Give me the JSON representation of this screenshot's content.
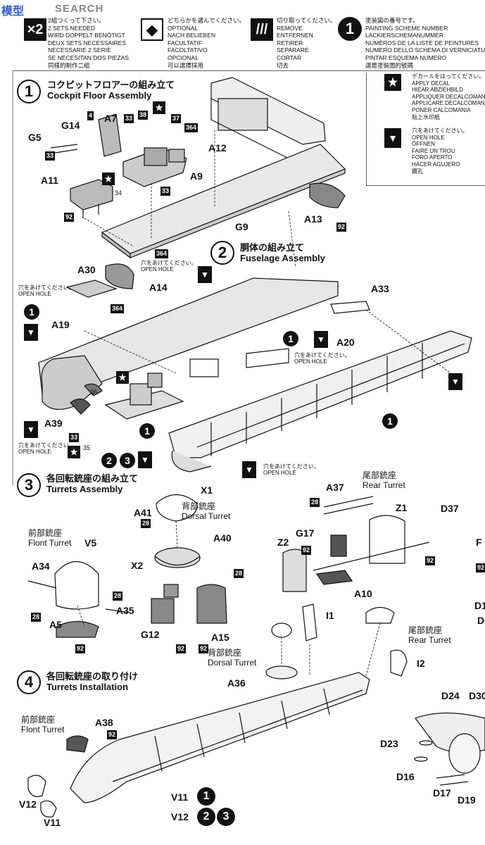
{
  "watermark": {
    "logo": "模型",
    "text": "SEARCH"
  },
  "legend": [
    {
      "icon": "×2",
      "text": "2組つくって下さい。\n2 SETS NEEDED\nWIRD DOPPELT BENÖTIGT\nDEUX SETS NECESSAIRES\nNECESSARIE 2 SERIE\nSE NECESITAN DOS PIEZAS\n同樣的制作二組"
    },
    {
      "icon": "◆",
      "text": "どちらかを選んでください。\nOPTIONAL\nNACH BELIEBEN\nFACULTATIF\nFACOLTATIVO\nOPCIONAL\n可以選擇採用"
    },
    {
      "icon": "///",
      "text": "切り取ってください。\nREMOVE\nENTFERNEN\nRETIRER\nSEPARARE\nCORTAR\n切去"
    },
    {
      "icon": "1",
      "text": "塗装図の番号です。\nPAINTING SCHEME NUMBER\nLACKIERSCHEMANUMMER\nNUMÉROS DE LA LISTE DE PEINTURES\nNUMERO DELLO SCHEMA DI VERNICIATURA\nPINTAR ESQUEMA NUMERO\n選是塗裝圖的號碼"
    }
  ],
  "side_legend": [
    {
      "icon": "★",
      "text": "デカールをはってください。\nAPPLY DECAL\nHIEAR ABZIEHBILD\nAPPLIQUER DECALCOMANIE\nAPPLICARE DECALCOMANIA\nPONER CALCOMANIA\n貼上水印紙"
    },
    {
      "icon": "▼",
      "text": "穴をあけてください。\nOPEN HOLE\nÖFFNEN\nFAIRE UN TROU\nFORO APERTO\nHACER AGUJERO\n鑽孔"
    }
  ],
  "steps": [
    {
      "num": "1",
      "jp": "コクピットフロアーの組み立て",
      "en": "Cockpit Floor Assembly"
    },
    {
      "num": "2",
      "jp": "胴体の組み立て",
      "en": "Fuselage Assembly"
    },
    {
      "num": "3",
      "jp": "各回転銃座の組み立て",
      "en": "Turrets Assembly"
    },
    {
      "num": "4",
      "jp": "各回転銃座の取り付け",
      "en": "Turrets Installation"
    }
  ],
  "part_labels": [
    "G14",
    "A7",
    "G5",
    "A11",
    "A12",
    "A9",
    "A13",
    "G9",
    "A30",
    "A14",
    "A33",
    "A19",
    "A20",
    "A39",
    "X1",
    "A41",
    "X2",
    "V5",
    "A34",
    "A35",
    "A5",
    "G12",
    "A15",
    "A40",
    "A37",
    "Z1",
    "D37",
    "G17",
    "Z2",
    "A10",
    "I1",
    "A36",
    "I2",
    "A38",
    "V12",
    "V11",
    "D24",
    "D30",
    "D23",
    "D16",
    "D17",
    "D19"
  ],
  "color_tags": [
    "4",
    "33",
    "38",
    "37",
    "364",
    "33",
    "92",
    "364",
    "364",
    "33",
    "28",
    "28",
    "92",
    "92",
    "92",
    "28",
    "92",
    "92",
    "28",
    "28",
    "92",
    "92",
    "33"
  ],
  "callouts": {
    "star_numbers": [
      "34",
      "36",
      "35"
    ],
    "open_hole_jp": "穴をあけてください。",
    "open_hole_en": "OPEN HOLE",
    "turret_front_jp": "前部銃座",
    "turret_front_en": "Flont Turret",
    "turret_dorsal_jp": "背部銃座",
    "turret_dorsal_en": "Dorsal Turret",
    "turret_rear_jp": "尾部銃座",
    "turret_rear_en": "Rear Turret",
    "scheme_v11": "1",
    "scheme_v12_a": "2",
    "scheme_v12_b": "3",
    "scheme_combo_a": "2",
    "scheme_combo_b": "3",
    "scheme_single": "1"
  },
  "cropped_side_letters": [
    "F",
    "92",
    "D1",
    "D"
  ]
}
